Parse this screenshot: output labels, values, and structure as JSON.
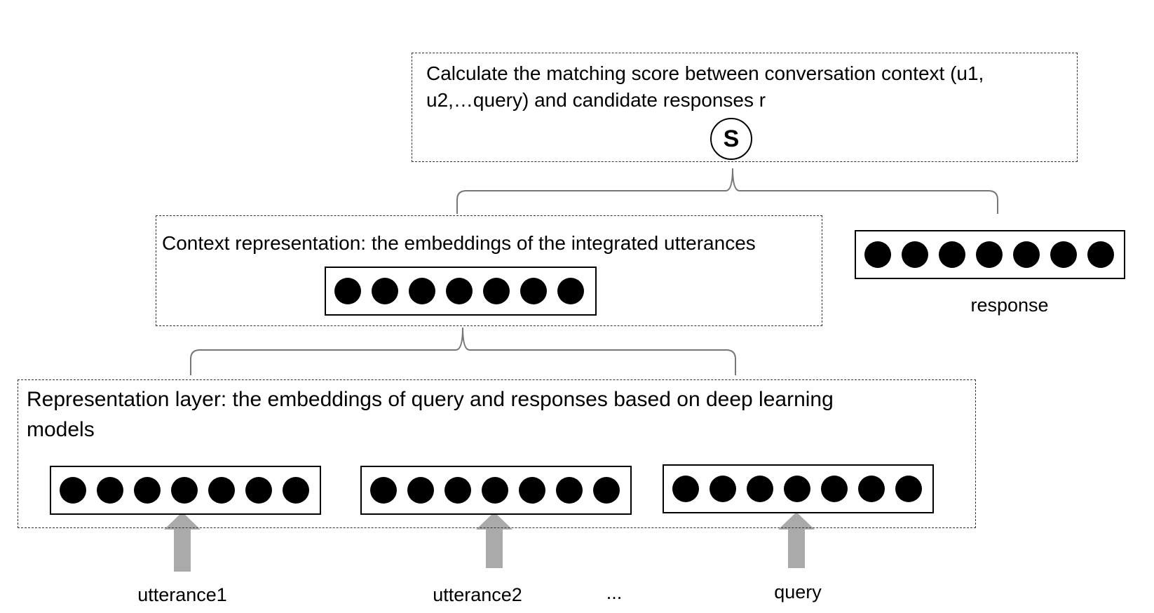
{
  "top_box": {
    "text_line1": "Calculate the matching score between conversation context (u1,",
    "text_line2": "u2,…query) and candidate responses r",
    "score_symbol": "S"
  },
  "context_box": {
    "text": "Context representation: the embeddings of the integrated utterances"
  },
  "response": {
    "label": "response"
  },
  "representation_box": {
    "text_line1": "Representation layer: the embeddings of query and responses based on deep learning",
    "text_line2": "models"
  },
  "inputs": [
    {
      "label": "utterance1"
    },
    {
      "label": "utterance2"
    },
    {
      "label": "query"
    }
  ],
  "ellipsis": "..."
}
